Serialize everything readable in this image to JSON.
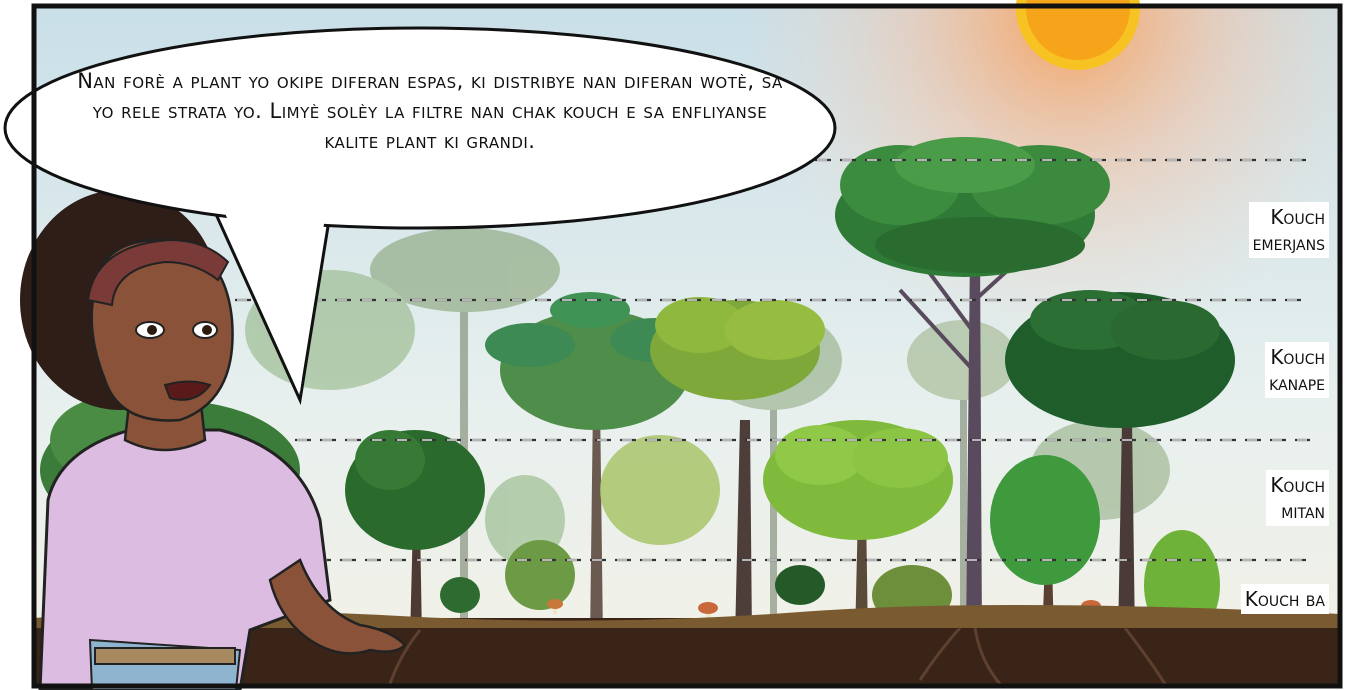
{
  "speech_bubble": {
    "text": "Nan forè a plant yo okipe diferan espas, ki distribye nan diferan wotè, sa yo rele strata yo.  Limyè solèy la filtre nan chak kouch e sa enfliyanse kalite plant ki grandi."
  },
  "layers": [
    {
      "id": "emerjans",
      "line1": "Kouch",
      "line2": "emerjans"
    },
    {
      "id": "kanape",
      "line1": "Kouch",
      "line2": "kanape"
    },
    {
      "id": "mitan",
      "line1": "Kouch",
      "line2": "mitan"
    },
    {
      "id": "ba",
      "line1": "Kouch ba",
      "line2": ""
    }
  ],
  "colors": {
    "sky_top": "#cfe3ec",
    "sun": "#f7b21c",
    "soil": "#3a2417",
    "leaf_dark": "#2f6b2e",
    "leaf_light": "#8fbf3c",
    "shirt": "#d9b8dc",
    "skin": "#8a5238"
  },
  "icons": [
    "sun-icon",
    "tree-icon",
    "mushroom-icon"
  ]
}
